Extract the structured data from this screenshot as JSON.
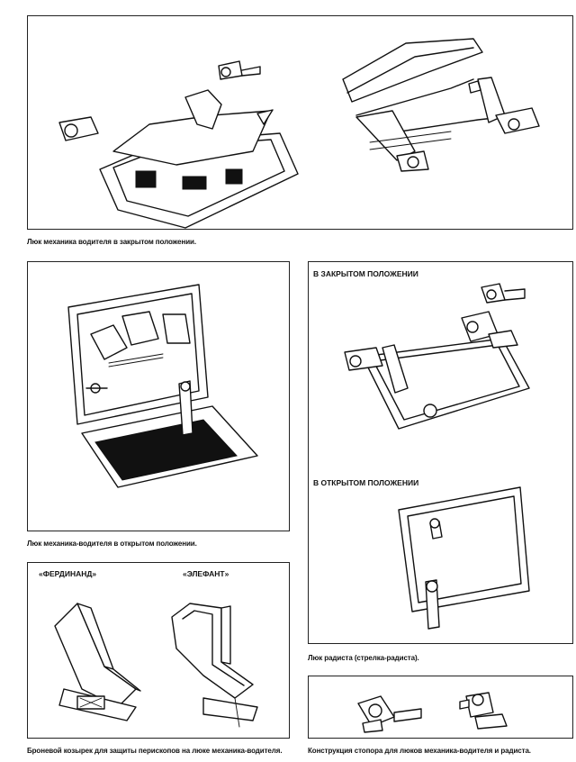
{
  "captions": {
    "driver_hatch_closed": "Люк механика водителя в закрытом положении.",
    "driver_hatch_open": "Люк механика-водителя в открытом положении.",
    "radio_hatch": "Люк радиста (стрелка-радиста).",
    "armored_visor": "Броневой козырек для защиты перископов на люке механика-водителя.",
    "latch_design": "Конструкция стопора для люков механика-водителя и радиста."
  },
  "labels": {
    "closed_position": "В ЗАКРЫТОМ ПОЛОЖЕНИИ",
    "open_position": "В ОТКРЫТОМ ПОЛОЖЕНИИ",
    "ferdinand": "«ФЕРДИНАНД»",
    "elefant": "«ЭЛЕФАНТ»"
  }
}
